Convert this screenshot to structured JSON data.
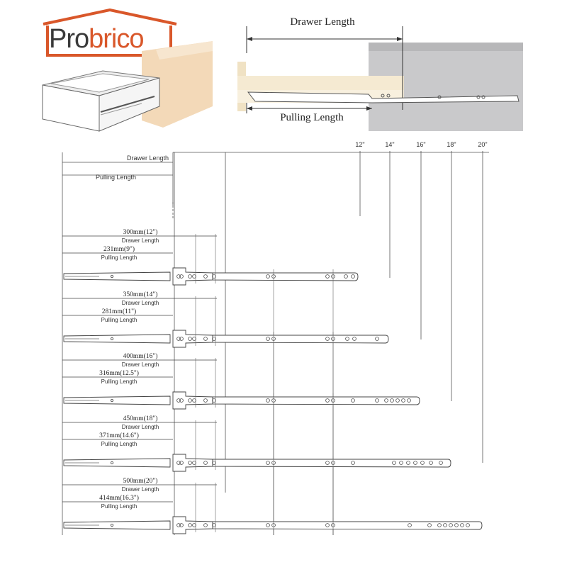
{
  "brand": {
    "name": "Probrico",
    "name_part1": "Pro",
    "name_part2": "brico",
    "accent": "#d9572a",
    "text_color": "#3a3a3a"
  },
  "top_diagram": {
    "drawer_length_label": "Drawer Length",
    "pulling_length_label": "Pulling Length"
  },
  "chart_header": {
    "drawer_length_label": "Drawer Length",
    "pulling_length_label": "Pulling Length",
    "size_ticks": [
      "12\"",
      "14\"",
      "16\"",
      "18\"",
      "20\""
    ]
  },
  "slides": [
    {
      "drawer_text": "300mm(12\")",
      "drawer_label": "Drawer Length",
      "pulling_text": "231mm(9\")",
      "pulling_label": "Pulling Length"
    },
    {
      "drawer_text": "350mm(14\")",
      "drawer_label": "Drawer Length",
      "pulling_text": "281mm(11\")",
      "pulling_label": "Pulling Length"
    },
    {
      "drawer_text": "400mm(16\")",
      "drawer_label": "Drawer Length",
      "pulling_text": "316mm(12.5\")",
      "pulling_label": "Pulling Length"
    },
    {
      "drawer_text": "450mm(18\")",
      "drawer_label": "Drawer Length",
      "pulling_text": "371mm(14.6\")",
      "pulling_label": "Pulling Length"
    },
    {
      "drawer_text": "500mm(20\")",
      "drawer_label": "Drawer Length",
      "pulling_text": "414mm(16.3\")",
      "pulling_label": "Pulling Length"
    }
  ]
}
